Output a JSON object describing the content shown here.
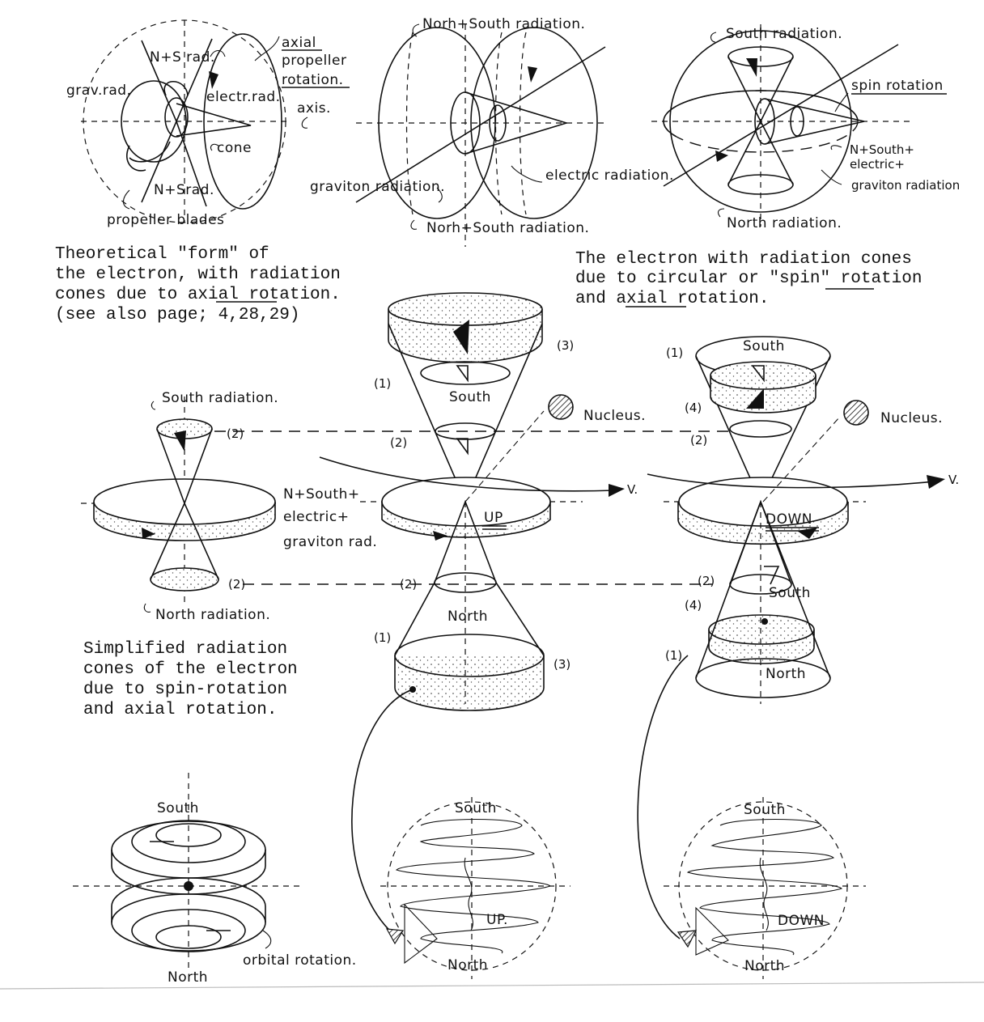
{
  "labels": {
    "axial": "axial",
    "propeller": "propeller",
    "rotation_a": "rotation.",
    "ns_rad_top": "N+S rad.",
    "grav_rad": "grav.rad.",
    "electr_rad": "electr.rad.",
    "axis": "axis.",
    "cone": "cone",
    "ns_rad_bottom": "N+Srad.",
    "propeller_blades": "propeller blades",
    "north_south_radiation_top": "Norh+South radiation.",
    "graviton_radiation": "graviton radiation.",
    "electric_radiation": "electric radiation.",
    "north_south_radiation_bottom": "Norh+South radiation.",
    "south_radiation": "South radiation.",
    "spin_rotation": "spin rotation",
    "ns_electric_1": "N+South+",
    "ns_electric_2": "electric+",
    "ns_electric_3": "graviton radiation",
    "north_radiation": "North radiation.",
    "south_radiation_2": "South radiation.",
    "n2_1": "(2)",
    "nsouth_a": "N+South+",
    "electric_a": "electric+",
    "graviton_rad_a": "graviton rad.",
    "n2_2": "(2)",
    "north_radiation_2": "North radiation.",
    "n3_a": "(3)",
    "n1_a": "(1)",
    "south_mid": "South",
    "nucleus_1": "Nucleus.",
    "n2_3": "(2)",
    "v_1": "V.",
    "up_1": "UP",
    "n2_4": "(2)",
    "north_mid": "North",
    "n1_b": "(1)",
    "n3_b": "(3)",
    "n1_c": "(1)",
    "south_right": "South",
    "n4_a": "(4)",
    "nucleus_2": "Nucleus.",
    "n2_5": "(2)",
    "v_2": "V.",
    "down_1": "DOWN",
    "n2_6": "(2)",
    "south_right_2": "South",
    "n4_b": "(4)",
    "n1_d": "(1)",
    "north_right": "North",
    "south_bl": "South",
    "north_bl": "North",
    "orbital_rotation": "orbital rotation.",
    "south_bm": "South",
    "up_2": "UP.",
    "north_bm": "North",
    "south_br": "South",
    "down_2": "DOWN",
    "north_br": "North"
  },
  "captions": {
    "theoretical": [
      "Theoretical \"form\" of",
      "the electron, with radiation",
      "cones due to axial rotation.",
      "(see also page; 4,28,29)"
    ],
    "electron_cones": [
      "The electron with radiation cones",
      "due to circular or \"spin\" rotation",
      "and axial rotation."
    ],
    "simplified": [
      "Simplified radiation",
      "cones of the electron",
      "due to spin-rotation",
      "and axial rotation."
    ]
  }
}
